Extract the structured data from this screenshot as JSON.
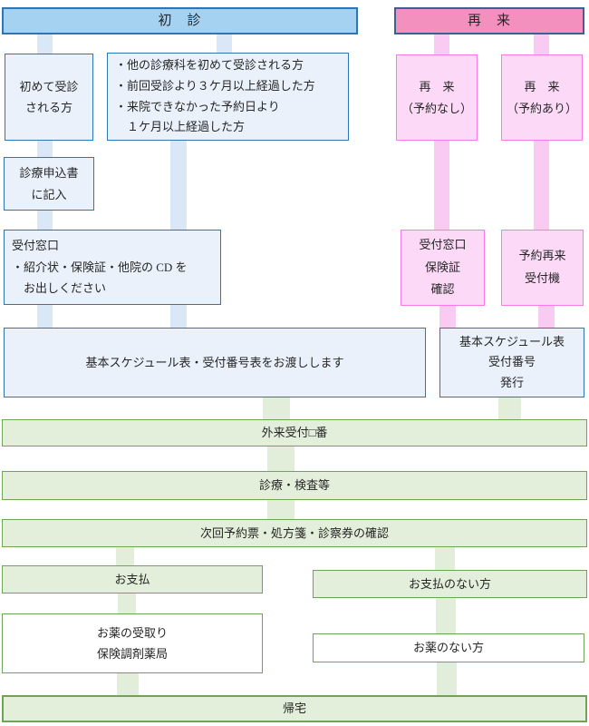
{
  "flowchart": {
    "headers": {
      "first_visit": "初　診",
      "revisit": "再　来"
    },
    "first_visit_column": {
      "first_time_patient": "初めて受診\nされる方",
      "criteria": "・他の診療科を初めて受診される方\n・前回受診より３ケ月以上経過した方\n・来院できなかった予約日より\n　１ケ月以上経過した方",
      "application_form": "診療申込書\nに記入",
      "reception_window": "受付窓口\n・紹介状・保険証・他院の CD を\n　お出しください",
      "schedule_handout": "基本スケジュール表・受付番号表をお渡しします"
    },
    "revisit_column": {
      "no_appointment": "再　来\n（予約なし）",
      "with_appointment": "再　来\n（予約あり）",
      "insurance_check": "受付窓口\n保険証\n確認",
      "appointment_machine": "予約再来\n受付機",
      "schedule_number_issue": "基本スケジュール表\n受付番号\n発行"
    },
    "common_flow": {
      "outpatient_reception": "外来受付□番",
      "treatment_exams": "診療・検査等",
      "next_appointment_check": "次回予約票・処方箋・診察券の確認",
      "payment": "お支払",
      "no_payment": "お支払のない方",
      "medicine_pickup": "お薬の受取り\n保険調剤薬局",
      "no_medicine": "お薬のない方",
      "go_home": "帰宅"
    }
  },
  "colors": {
    "blue_header_fill": "#a6d2f1",
    "blue_border": "#2e75b6",
    "blue_fill": "#eaf1fb",
    "blue_connector": "#d9e7f6",
    "pink_header_fill": "#f390bd",
    "pink_header_border": "#3c5f94",
    "pink_fill": "#fbd9f7",
    "pink_border": "#f97ce5",
    "pink_connector": "#facbf2",
    "green_fill": "#e3eedb",
    "green_border": "#70a455",
    "green_connector": "#e2eeda",
    "white_fill": "#ffffff"
  }
}
